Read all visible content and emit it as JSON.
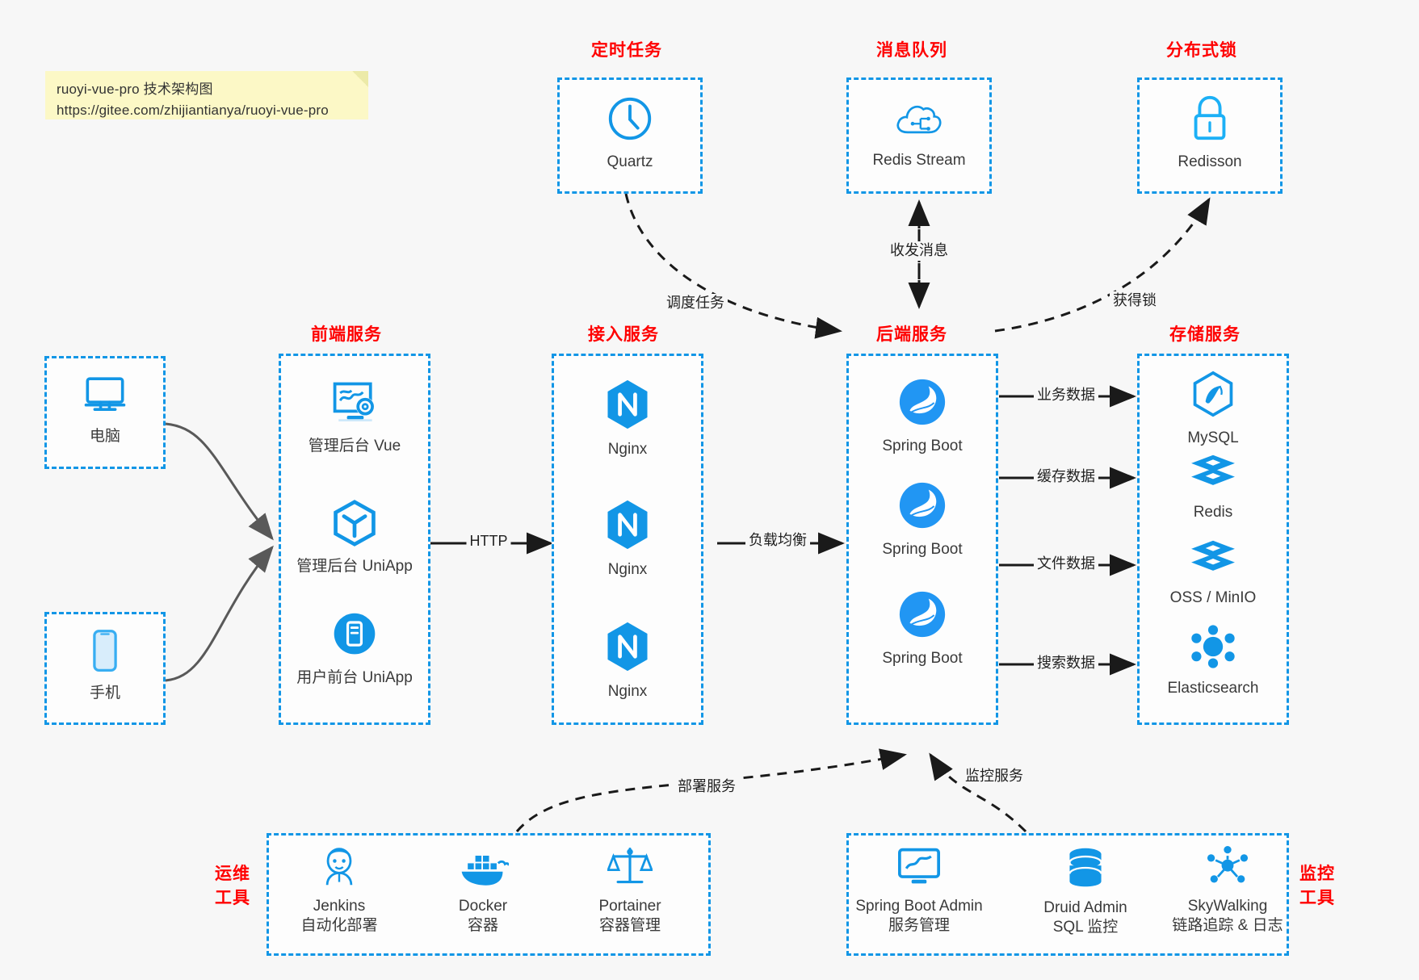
{
  "note": {
    "line1": "ruoyi-vue-pro 技术架构图",
    "line2": "https://gitee.com/zhijiantianya/ruoyi-vue-pro"
  },
  "groups": {
    "scheduled": "定时任务",
    "mq": "消息队列",
    "lock": "分布式锁",
    "frontend": "前端服务",
    "gateway": "接入服务",
    "backend": "后端服务",
    "storage": "存储服务",
    "devops_line1": "运维",
    "devops_line2": "工具",
    "monitor_line1": "监控",
    "monitor_line2": "工具"
  },
  "nodes": {
    "quartz": "Quartz",
    "redis_stream": "Redis Stream",
    "redisson": "Redisson",
    "pc": "电脑",
    "phone": "手机",
    "admin_vue": "管理后台 Vue",
    "admin_uniapp": "管理后台 UniApp",
    "user_uniapp": "用户前台 UniApp",
    "nginx1": "Nginx",
    "nginx2": "Nginx",
    "nginx3": "Nginx",
    "springboot1": "Spring Boot",
    "springboot2": "Spring Boot",
    "springboot3": "Spring Boot",
    "mysql": "MySQL",
    "redis": "Redis",
    "oss": "OSS / MinIO",
    "elasticsearch": "Elasticsearch",
    "jenkins_a": "Jenkins",
    "jenkins_b": "自动化部署",
    "docker_a": "Docker",
    "docker_b": "容器",
    "portainer_a": "Portainer",
    "portainer_b": "容器管理",
    "sba_a": "Spring Boot Admin",
    "sba_b": "服务管理",
    "druid_a": "Druid Admin",
    "druid_b": "SQL 监控",
    "skywalking_a": "SkyWalking",
    "skywalking_b": "链路追踪 & 日志"
  },
  "edges": {
    "http": "HTTP",
    "loadbalance": "负载均衡",
    "schedule_task": "调度任务",
    "send_receive_msg": "收发消息",
    "acquire_lock": "获得锁",
    "business_data": "业务数据",
    "cache_data": "缓存数据",
    "file_data": "文件数据",
    "search_data": "搜索数据",
    "deploy_service": "部署服务",
    "monitor_service": "监控服务"
  },
  "colors": {
    "accent": "#1296e6",
    "group_label": "#ff0000",
    "edge": "#595959",
    "background": "#f7f7f7",
    "note_bg": "#fcf8c6"
  }
}
